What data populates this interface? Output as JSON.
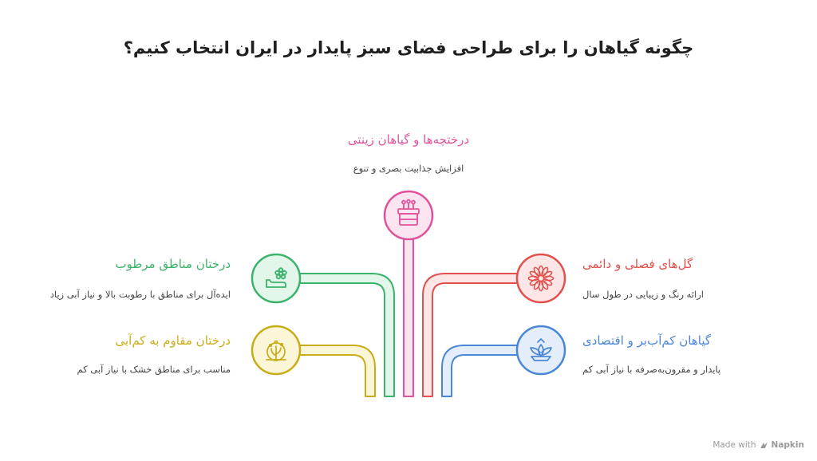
{
  "title": "چگونه گیاهان را برای طراحی فضای سبز پایدار در ایران انتخاب کنیم؟",
  "nodes": {
    "shrubs": {
      "heading": "درختچه‌ها و گیاهان زینتی",
      "description": "افزایش جذابیت بصری و تنوع",
      "icon": "planter-box-flowers-icon",
      "color": "#e0529b"
    },
    "humid": {
      "heading": "درختان مناطق مرطوب",
      "description": "ایده‌آل برای مناطق با رطوبت بالا و نیاز آبی زیاد",
      "icon": "watering-flower-icon",
      "color": "#3bb36a"
    },
    "seasonal": {
      "heading": "گل‌های فصلی و دائمی",
      "description": "ارائه رنگ و زیبایی در طول سال",
      "icon": "daisy-flower-icon",
      "color": "#e2504e"
    },
    "drought": {
      "heading": "درختان مقاوم به کم‌آبی",
      "description": "مناسب برای مناطق خشک با نیاز آبی کم",
      "icon": "desert-shrub-icon",
      "color": "#c9ad18"
    },
    "lowwater": {
      "heading": "گیاهان کم‌آب‌بر و اقتصادی",
      "description": "پایدار و مقرون‌به‌صرفه با نیاز آبی کم",
      "icon": "lotus-plant-icon",
      "color": "#4a86d6"
    }
  },
  "footer": {
    "prefix": "Made with",
    "brand": "Napkin"
  }
}
